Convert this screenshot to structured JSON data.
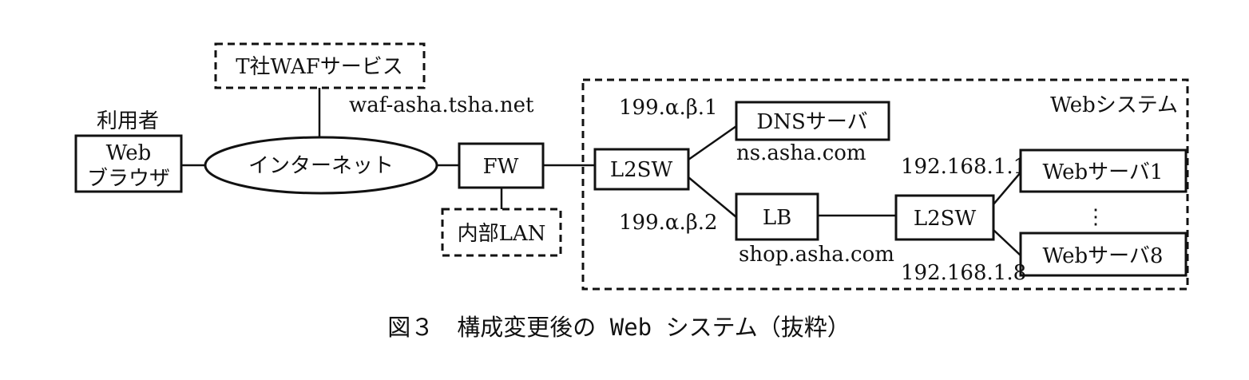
{
  "figure": {
    "caption": "図３　構成変更後の Web システム（抜粋）",
    "user_label": "利用者",
    "browser": {
      "line1": "Web",
      "line2": "ブラウザ"
    },
    "internet": "インターネット",
    "waf_service": "T社WAFサービス",
    "waf_fqdn": "waf-asha.tsha.net",
    "fw": "FW",
    "internal_lan": "内部LAN",
    "web_system_label": "Webシステム",
    "l2sw_front": "L2SW",
    "dns_server": "DNSサーバ",
    "dns_ip": "199.α.β.1",
    "dns_fqdn": "ns.asha.com",
    "lb": "LB",
    "lb_ip": "199.α.β.2",
    "lb_fqdn": "shop.asha.com",
    "l2sw_back": "L2SW",
    "web_server_1": "Webサーバ1",
    "web_server_1_ip": "192.168.1.1",
    "ellipsis": "⋮",
    "web_server_8": "Webサーバ8",
    "web_server_8_ip": "192.168.1.8"
  }
}
